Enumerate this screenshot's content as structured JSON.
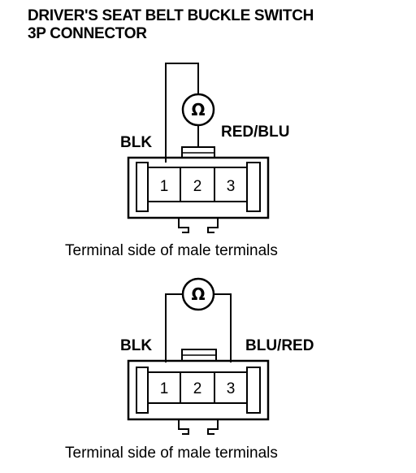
{
  "title": {
    "line1": "DRIVER'S SEAT BELT BUCKLE SWITCH",
    "line2": "3P CONNECTOR"
  },
  "meter_symbol": "Ω",
  "top_view": {
    "left_wire_label": "BLK",
    "right_wire_label": "RED/BLU",
    "terminals": [
      "1",
      "2",
      "3"
    ],
    "caption": "Terminal side of male terminals"
  },
  "bottom_view": {
    "left_wire_label": "BLK",
    "right_wire_label": "BLU/RED",
    "terminals": [
      "1",
      "2",
      "3"
    ],
    "caption": "Terminal side of male terminals"
  }
}
